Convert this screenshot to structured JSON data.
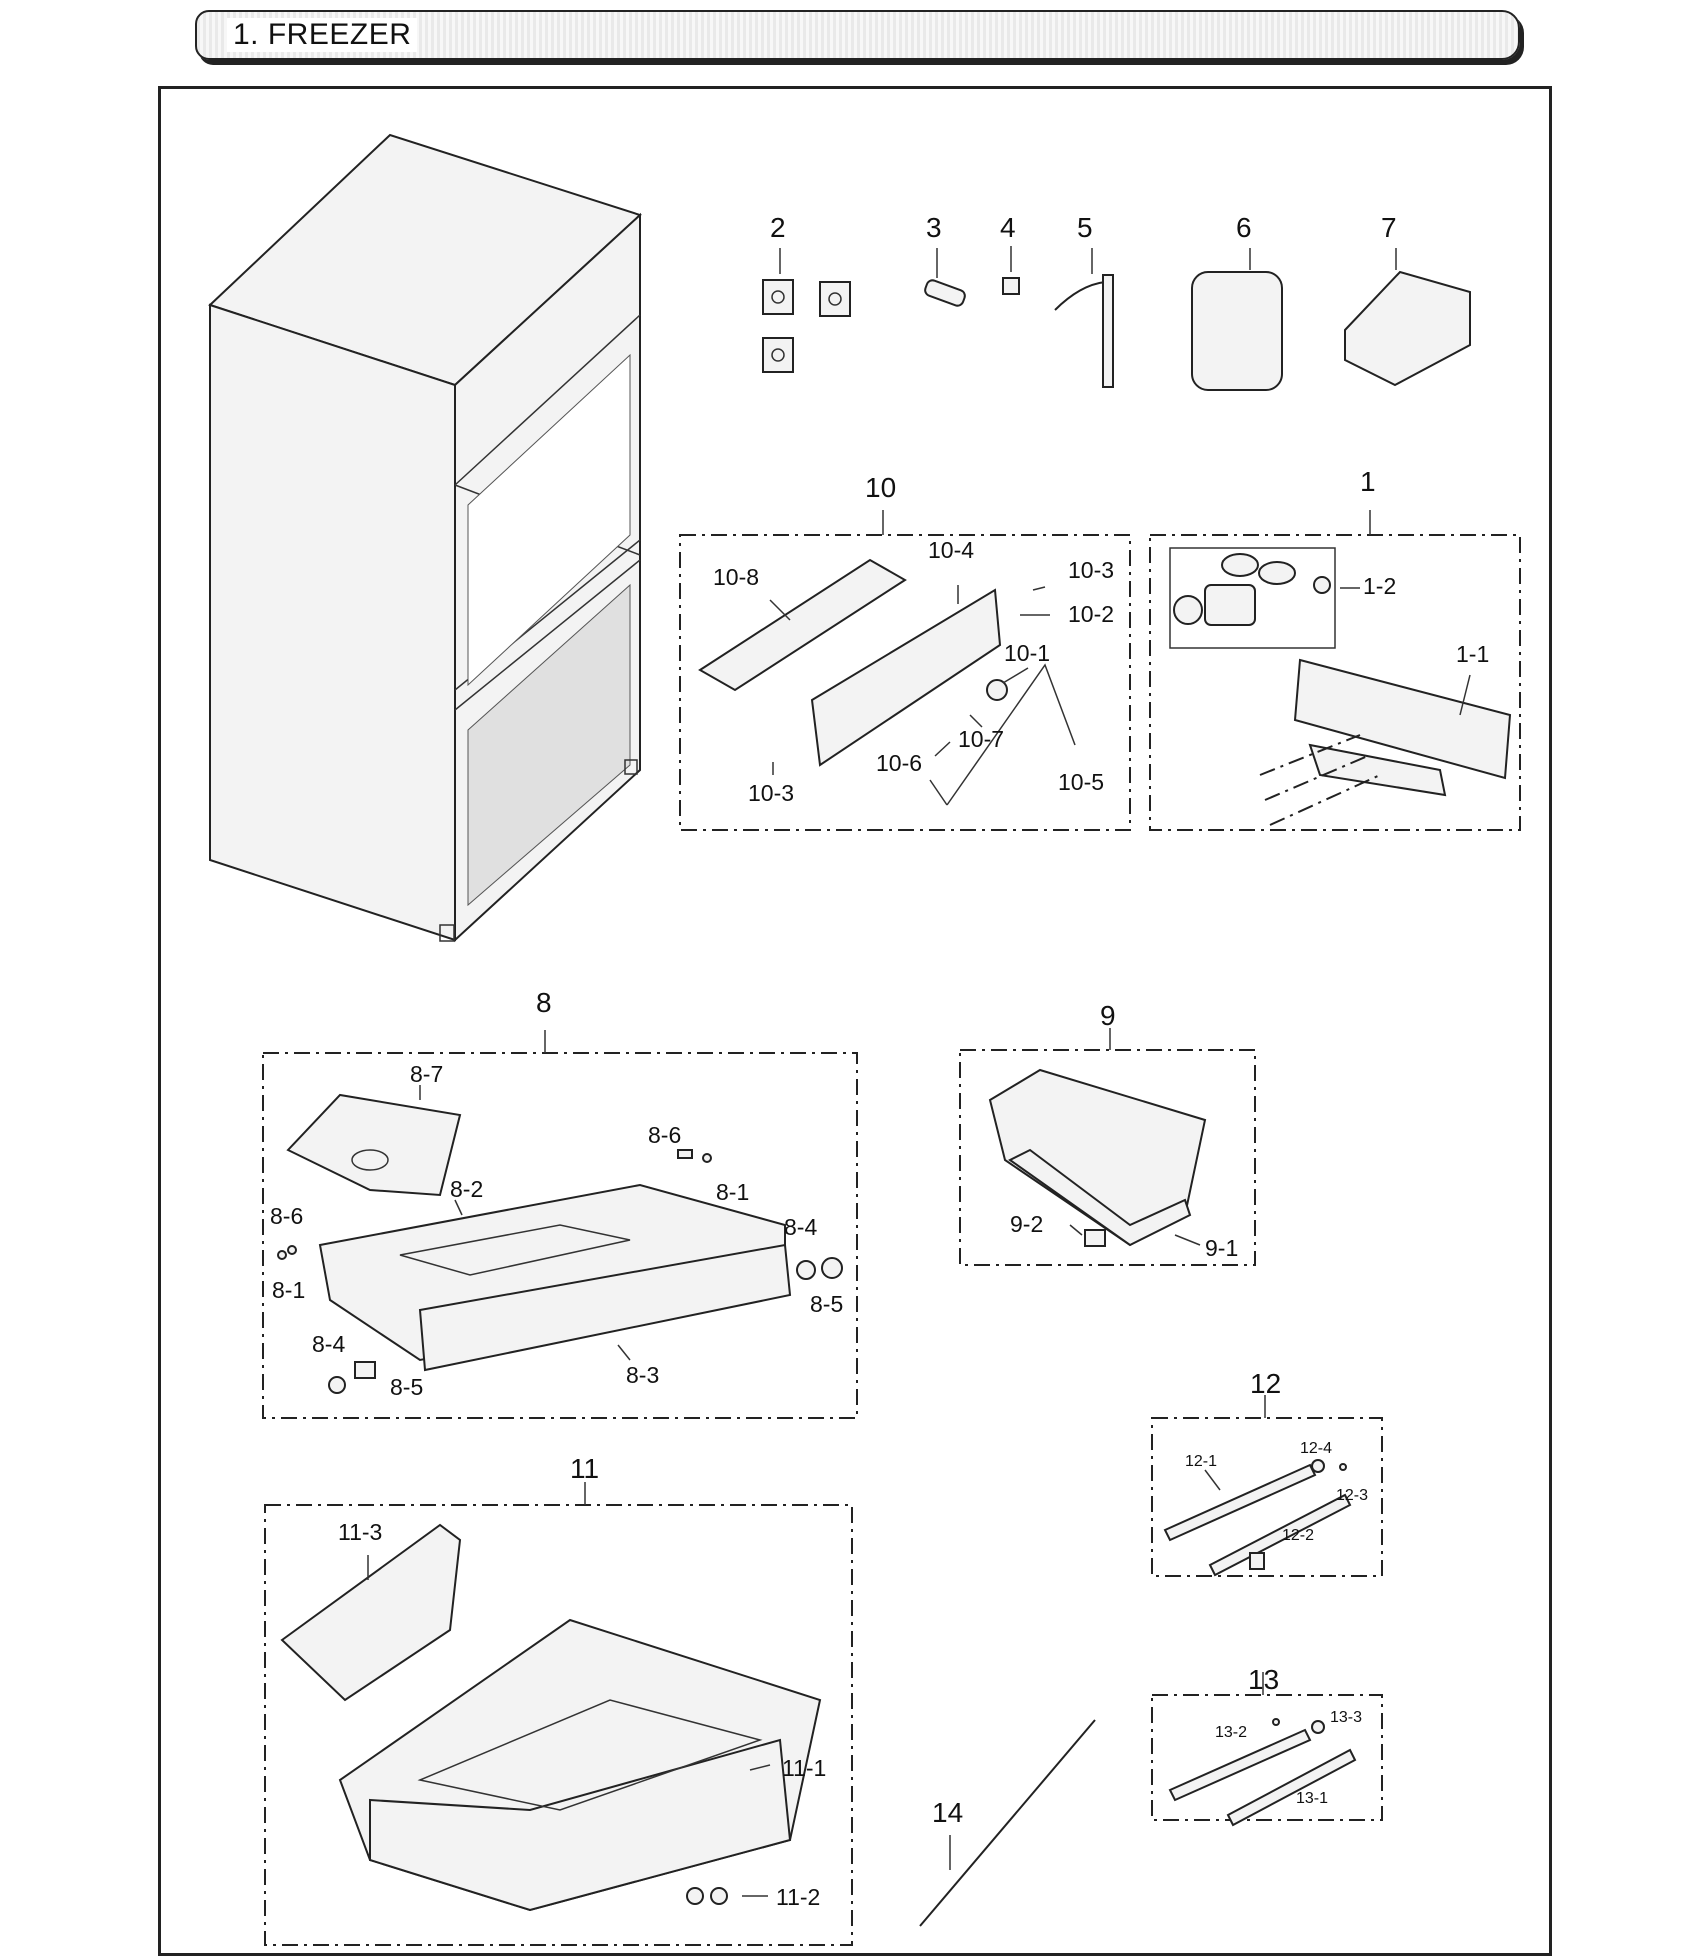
{
  "header": {
    "title": "1. FREEZER"
  },
  "callouts": {
    "n1": "1",
    "n1_1": "1-1",
    "n1_2": "1-2",
    "n2": "2",
    "n3": "3",
    "n4": "4",
    "n5": "5",
    "n6": "6",
    "n7": "7",
    "n8": "8",
    "n8_1a": "8-1",
    "n8_1b": "8-1",
    "n8_2": "8-2",
    "n8_3": "8-3",
    "n8_4a": "8-4",
    "n8_4b": "8-4",
    "n8_5a": "8-5",
    "n8_5b": "8-5",
    "n8_6a": "8-6",
    "n8_6b": "8-6",
    "n8_7": "8-7",
    "n9": "9",
    "n9_1": "9-1",
    "n9_2": "9-2",
    "n10": "10",
    "n10_1": "10-1",
    "n10_2": "10-2",
    "n10_3a": "10-3",
    "n10_3b": "10-3",
    "n10_4": "10-4",
    "n10_5": "10-5",
    "n10_6": "10-6",
    "n10_7": "10-7",
    "n10_8": "10-8",
    "n11": "11",
    "n11_1": "11-1",
    "n11_2": "11-2",
    "n11_3": "11-3",
    "n12": "12",
    "n12_1": "12-1",
    "n12_2": "12-2",
    "n12_3": "12-3",
    "n12_4": "12-4",
    "n13": "13",
    "n13_1": "13-1",
    "n13_2": "13-2",
    "n13_3": "13-3",
    "n14": "14"
  }
}
